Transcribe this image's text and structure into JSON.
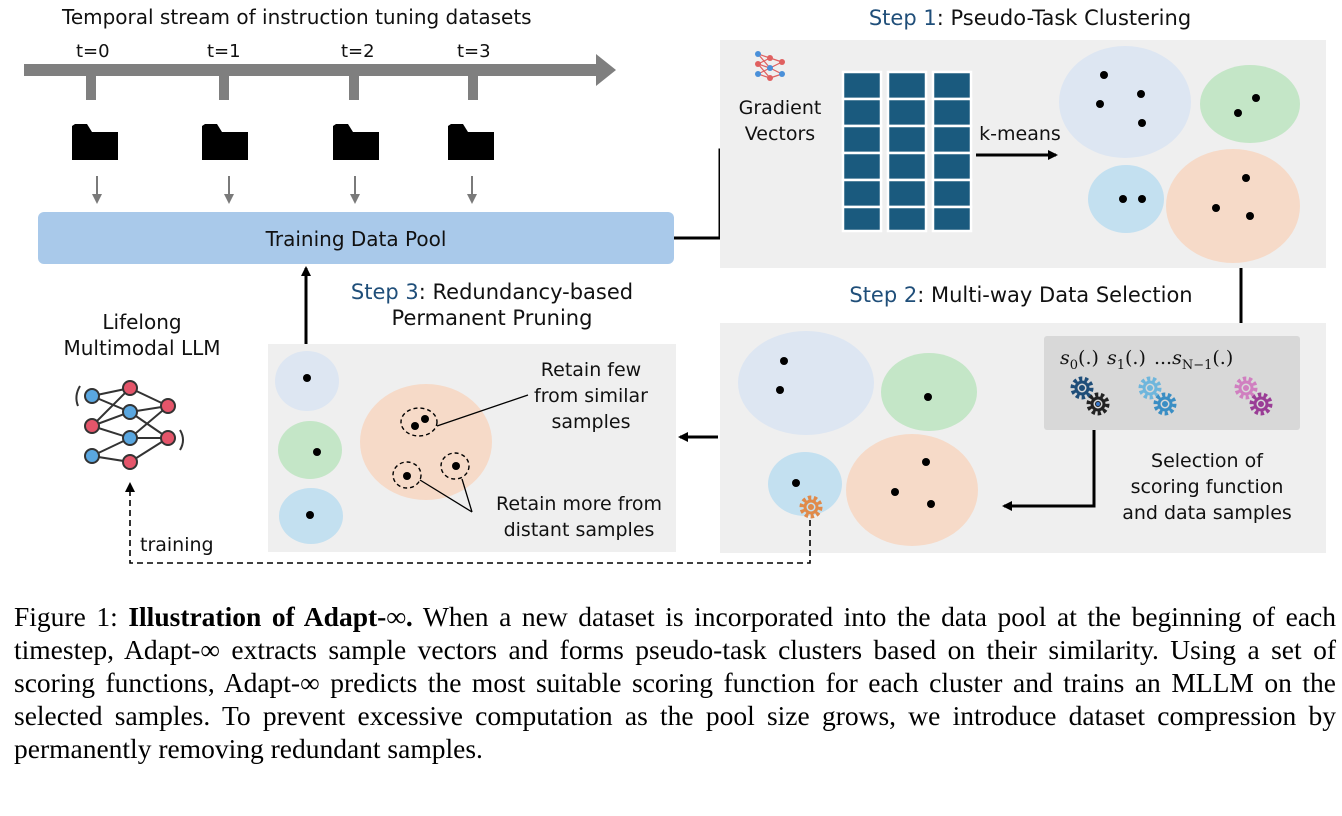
{
  "figure": {
    "timeline_title": "Temporal stream of instruction tuning datasets",
    "timesteps": [
      "t=0",
      "t=1",
      "t=2",
      "t=3"
    ],
    "pool_label": "Training Data Pool",
    "step1": {
      "num": "Step 1",
      "title": ": Pseudo-Task Clustering"
    },
    "step2": {
      "num": "Step 2",
      "title": ": Multi-way Data Selection"
    },
    "step3": {
      "num": "Step 3",
      "title_line1": ": Redundancy-based",
      "title_line2": "Permanent Pruning"
    },
    "gradient_line1": "Gradient",
    "gradient_line2": "Vectors",
    "kmeans_label": "k-means",
    "llm_line1": "Lifelong",
    "llm_line2": "Multimodal LLM",
    "training_label": "training",
    "retain_few_1": "Retain few",
    "retain_few_2": "from similar",
    "retain_few_3": "samples",
    "retain_more_1": "Retain more from",
    "retain_more_2": "distant samples",
    "scoring_functions": [
      "s",
      "0",
      "(.)",
      "s",
      "1",
      "(.)",
      "...",
      "s",
      "N−1",
      "(.)"
    ],
    "selection_line1": "Selection of",
    "selection_line2": "scoring function",
    "selection_line3": "and data samples",
    "colors": {
      "pool": "#a9c9ea",
      "panel": "#efefef",
      "matrix": "#1a5a7e",
      "cluster_blue": "#dde6f2",
      "cluster_green": "#c4e6c7",
      "cluster_lightblue": "#c3e0f0",
      "cluster_peach": "#f6dac8",
      "step_accent": "#1f4e79"
    }
  },
  "caption": {
    "label": "Figure 1:",
    "bold": "Illustration of Adapt-∞.",
    "text": "When a new dataset is incorporated into the data pool at the beginning of each timestep, Adapt-∞ extracts sample vectors and forms pseudo-task clusters based on their similarity. Using a set of scoring functions, Adapt-∞ predicts the most suitable scoring function for each cluster and trains an MLLM on the selected samples. To prevent excessive computation as the pool size grows, we introduce dataset compression by permanently removing redundant samples."
  }
}
